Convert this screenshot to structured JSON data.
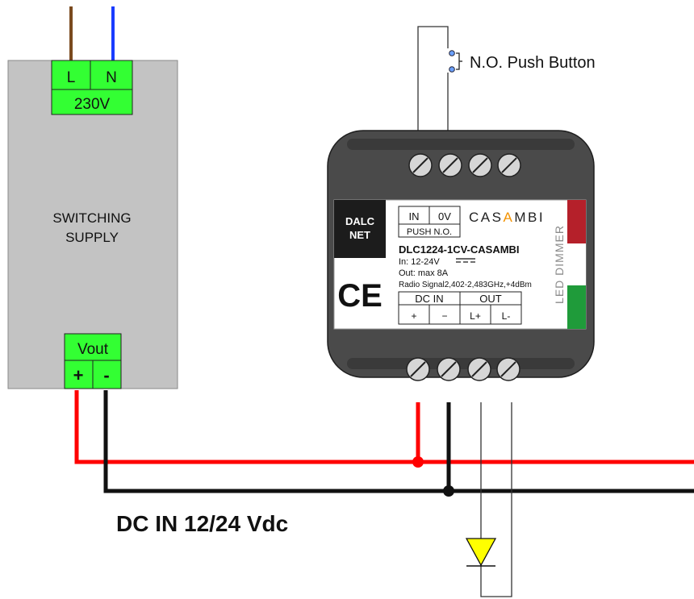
{
  "supply": {
    "terminal_l": "L",
    "terminal_n": "N",
    "voltage": "230V",
    "label_line1": "SWITCHING",
    "label_line2": "SUPPLY",
    "vout": "Vout",
    "plus": "+",
    "minus": "-"
  },
  "push_button": {
    "label": "N.O. Push Button"
  },
  "dimmer": {
    "brand_line1": "DALC",
    "brand_line2": "NET",
    "ce_mark": "CE",
    "in_label": "IN",
    "zero_v_label": "0V",
    "push_label": "PUSH N.O.",
    "casambi_pre": "CAS",
    "casambi_a": "A",
    "casambi_post": "MBI",
    "model": "DLC1224-1CV-CASAMBI",
    "input_spec": "In: 12-24V",
    "output_spec": "Out: max 8A",
    "radio_spec": "Radio Signal2,402-2,483GHz,+4dBm",
    "dc_in_label": "DC IN",
    "out_label": "OUT",
    "term_plus": "+",
    "term_minus": "−",
    "term_lplus": "L+",
    "term_lminus": "L-",
    "side_label": "LED DIMMER"
  },
  "bus_label": "DC IN 12/24 Vdc",
  "colors": {
    "wire_brown": "#7a4a1e",
    "wire_blue": "#1a3cff",
    "wire_red": "#ff0000",
    "wire_black": "#111111",
    "terminal_green": "#33ff33",
    "supply_gray": "#c3c3c3",
    "device_dark": "#4a4a4a",
    "led_yellow": "#ffff00",
    "stripe_red": "#b5202a",
    "stripe_green": "#1f9b3a",
    "casambi_orange": "#f39200"
  }
}
